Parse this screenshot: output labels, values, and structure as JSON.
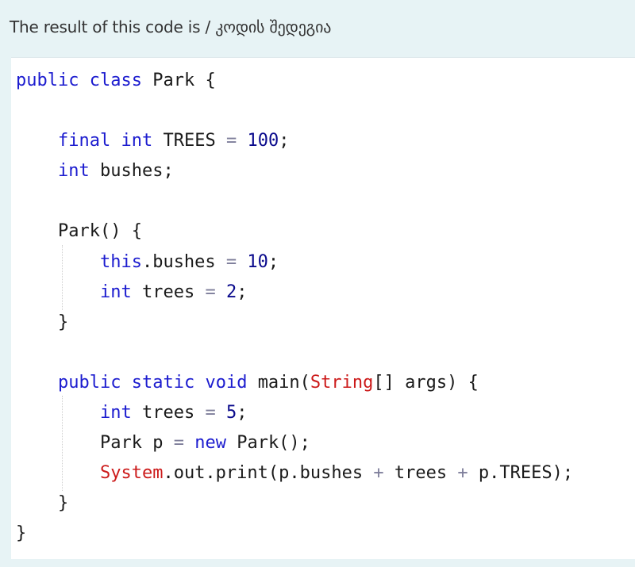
{
  "header": {
    "text": "The result of this code is / კოდის შედეგია"
  },
  "code": {
    "l1": {
      "kw1": "public",
      "kw2": "class",
      "name": "Park",
      "brace": "{"
    },
    "l3": {
      "kw1": "final",
      "kw2": "int",
      "name": "TREES",
      "op": "=",
      "num": "100",
      "end": ";"
    },
    "l4": {
      "kw1": "int",
      "name": "bushes;"
    },
    "l6": {
      "text": "Park() {"
    },
    "l7": {
      "kw1": "this",
      "name": ".bushes",
      "op": "=",
      "num": "10",
      "end": ";"
    },
    "l8": {
      "kw1": "int",
      "name": "trees",
      "op": "=",
      "num": "2",
      "end": ";"
    },
    "l9": {
      "text": "}"
    },
    "l11": {
      "kw1": "public",
      "kw2": "static",
      "kw3": "void",
      "name": "main(",
      "cls": "String",
      "rest": "[] args) {"
    },
    "l12": {
      "kw1": "int",
      "name": "trees",
      "op": "=",
      "num": "5",
      "end": ";"
    },
    "l13": {
      "pre": "Park p",
      "op": "=",
      "kw1": "new",
      "post": "Park();"
    },
    "l14": {
      "cls": "System",
      "a": ".out.print(p.bushes",
      "op1": "+",
      "b": "trees",
      "op2": "+",
      "c": "p.TREES);"
    },
    "l15": {
      "text": "}"
    },
    "l16": {
      "text": "}"
    }
  }
}
